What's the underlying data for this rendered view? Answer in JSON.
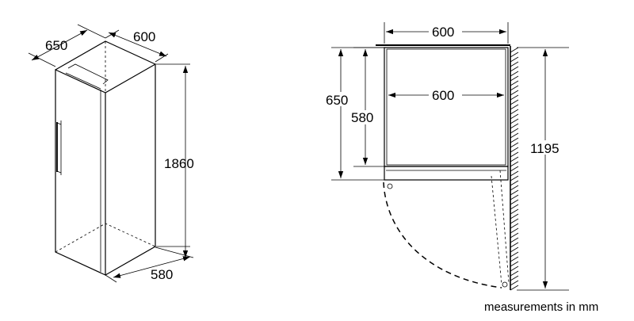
{
  "iso_view": {
    "depth_label": "650",
    "width_label": "600",
    "height_label": "1860",
    "bottom_depth_label": "580"
  },
  "plan_view": {
    "outer_width_label": "600",
    "inner_width_label": "600",
    "outer_depth_label": "650",
    "inner_depth_label": "580",
    "door_swing_label": "1195"
  },
  "footer": {
    "units_note": "measurements in mm"
  }
}
